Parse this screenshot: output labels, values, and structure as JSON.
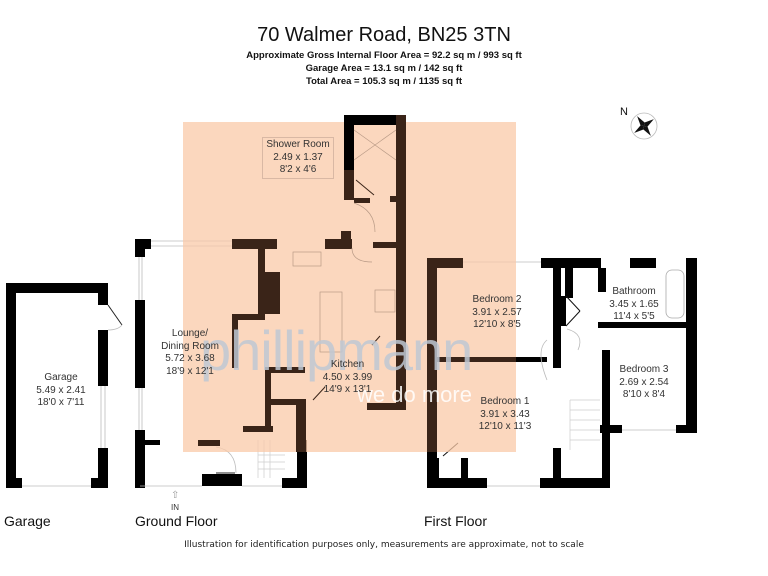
{
  "header": {
    "title": "70 Walmer Road, BN25 3TN",
    "gross_internal_area": "Approximate Gross Internal Floor Area = 92.2 sq m / 993 sq ft",
    "garage_area": "Garage Area = 13.1 sq m / 142 sq ft",
    "total_area": "Total Area = 105.3 sq m / 1135 sq ft"
  },
  "compass": {
    "label": "N",
    "icon": "compass-rose-icon"
  },
  "floors": [
    {
      "name": "Garage",
      "rooms": [
        {
          "name": "Garage",
          "metric": "5.49 x 2.41",
          "imperial": "18'0 x 7'11"
        }
      ]
    },
    {
      "name": "Ground Floor",
      "entrance_label": "IN",
      "rooms": [
        {
          "name": "Shower Room",
          "metric": "2.49 x 1.37",
          "imperial": "8'2 x 4'6"
        },
        {
          "name": "Lounge/",
          "name2": "Dining Room",
          "metric": "5.72 x 3.68",
          "imperial": "18'9 x 12'1"
        },
        {
          "name": "Kitchen",
          "metric": "4.50 x 3.99",
          "imperial": "14'9 x 13'1"
        }
      ]
    },
    {
      "name": "First Floor",
      "rooms": [
        {
          "name": "Bedroom 2",
          "metric": "3.91 x 2.57",
          "imperial": "12'10 x 8'5"
        },
        {
          "name": "Bathroom",
          "metric": "3.45 x 1.65",
          "imperial": "11'4 x 5'5"
        },
        {
          "name": "Bedroom 3",
          "metric": "2.69 x 2.54",
          "imperial": "8'10 x 8'4"
        },
        {
          "name": "Bedroom 1",
          "metric": "3.91 x 3.43",
          "imperial": "12'10 x 11'3"
        }
      ]
    }
  ],
  "watermark": {
    "brand": "phillipmann",
    "tagline": "we do more"
  },
  "footer": {
    "disclaimer": "Illustration for identification purposes only, measurements are approximate, not to scale"
  },
  "colors": {
    "wall": "#000000",
    "overlay": "#f9c9a8",
    "overlay_wall": "#3a2418"
  }
}
